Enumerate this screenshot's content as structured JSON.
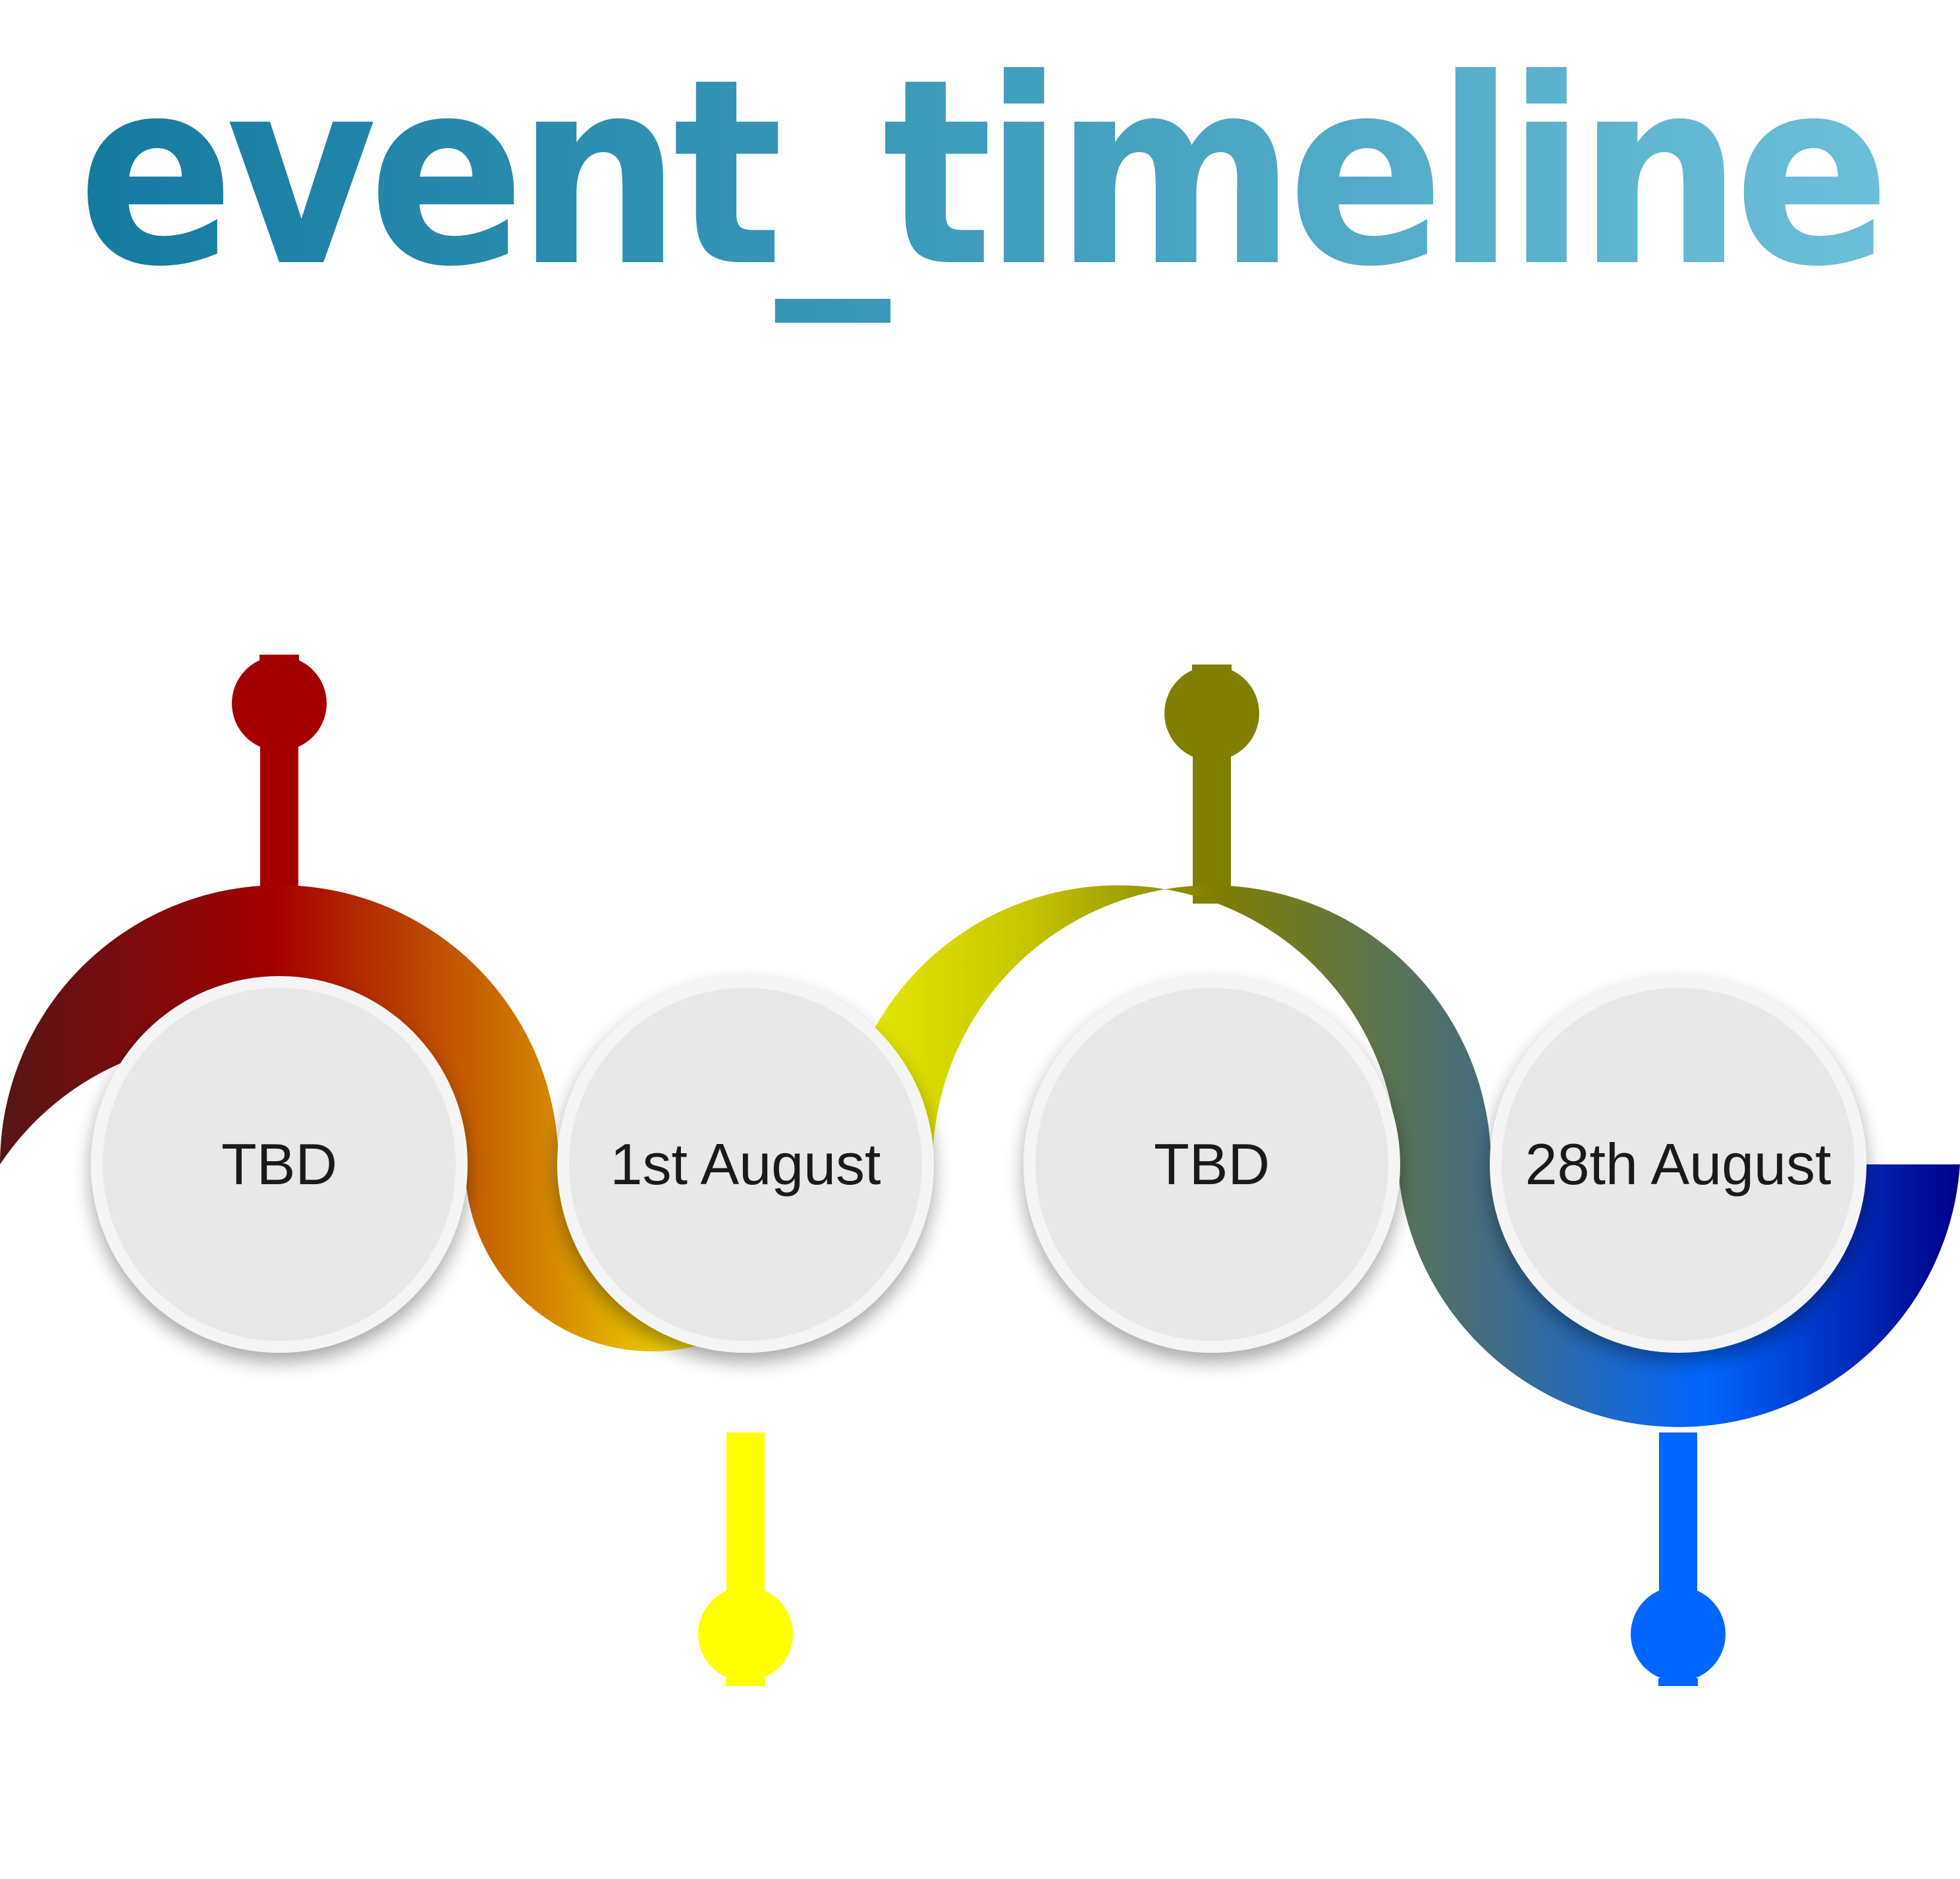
{
  "title": "event_timeline",
  "colors": {
    "title_start": "#137aa0",
    "title_end": "#6cbfd8",
    "path_stops": [
      "#561516",
      "#a50000",
      "#cf7a00",
      "#ffff00",
      "#c8c800",
      "#807f00",
      "#486d78",
      "#0066ff",
      "#000088"
    ],
    "milestone_1": "#a50000",
    "milestone_2": "#ffff00",
    "milestone_3": "#807f00",
    "milestone_4": "#0066ff",
    "node_fill": "#e8e8e8",
    "node_ring": "#f5f5f5"
  },
  "milestones": [
    {
      "label": "TBD",
      "direction": "up"
    },
    {
      "label": "1st August",
      "direction": "down"
    },
    {
      "label": "TBD",
      "direction": "up"
    },
    {
      "label": "28th August",
      "direction": "down"
    }
  ]
}
